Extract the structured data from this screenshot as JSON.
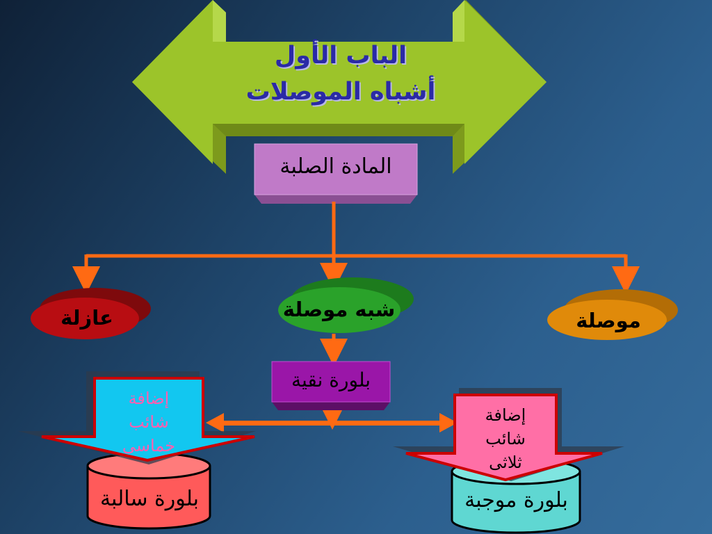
{
  "banner": {
    "title_line1": "الباب الأول",
    "title_line2": "أشباه الموصلات"
  },
  "nodes": {
    "solid_matter": "المادة الصلبة",
    "insulator": "عازلة",
    "semiconductor": "شبه موصلة",
    "conductor": "موصلة",
    "pure_crystal": "بلورة نقية",
    "negative_crystal": "بلورة سالبة",
    "positive_crystal": "بلورة موجبة"
  },
  "dopants": {
    "pentavalent": {
      "line1": "إضافة",
      "line2": "شائب",
      "line3": "خماسى"
    },
    "trivalent": {
      "line1": "إضافة",
      "line2": "شائب",
      "line3": "ثلاثى"
    }
  },
  "colors": {
    "banner_green": "#9cc42a",
    "title_blue": "#2a2aa6",
    "solid_box": "#c07ac8",
    "insulator_oval": "#b80d12",
    "semiconductor_oval": "#2aa22a",
    "conductor_oval": "#e08a0a",
    "pure_crystal_box": "#9a16a8",
    "connector": "#ff6a13",
    "pentavalent_arrow_fill": "#12c7f0",
    "pentavalent_text": "#ff5fb0",
    "trivalent_arrow_fill": "#ff6fa6",
    "dopant_arrow_border": "#cc0000",
    "negative_cylinder": "#ff5a5a",
    "positive_cylinder": "#5fd7d2"
  }
}
